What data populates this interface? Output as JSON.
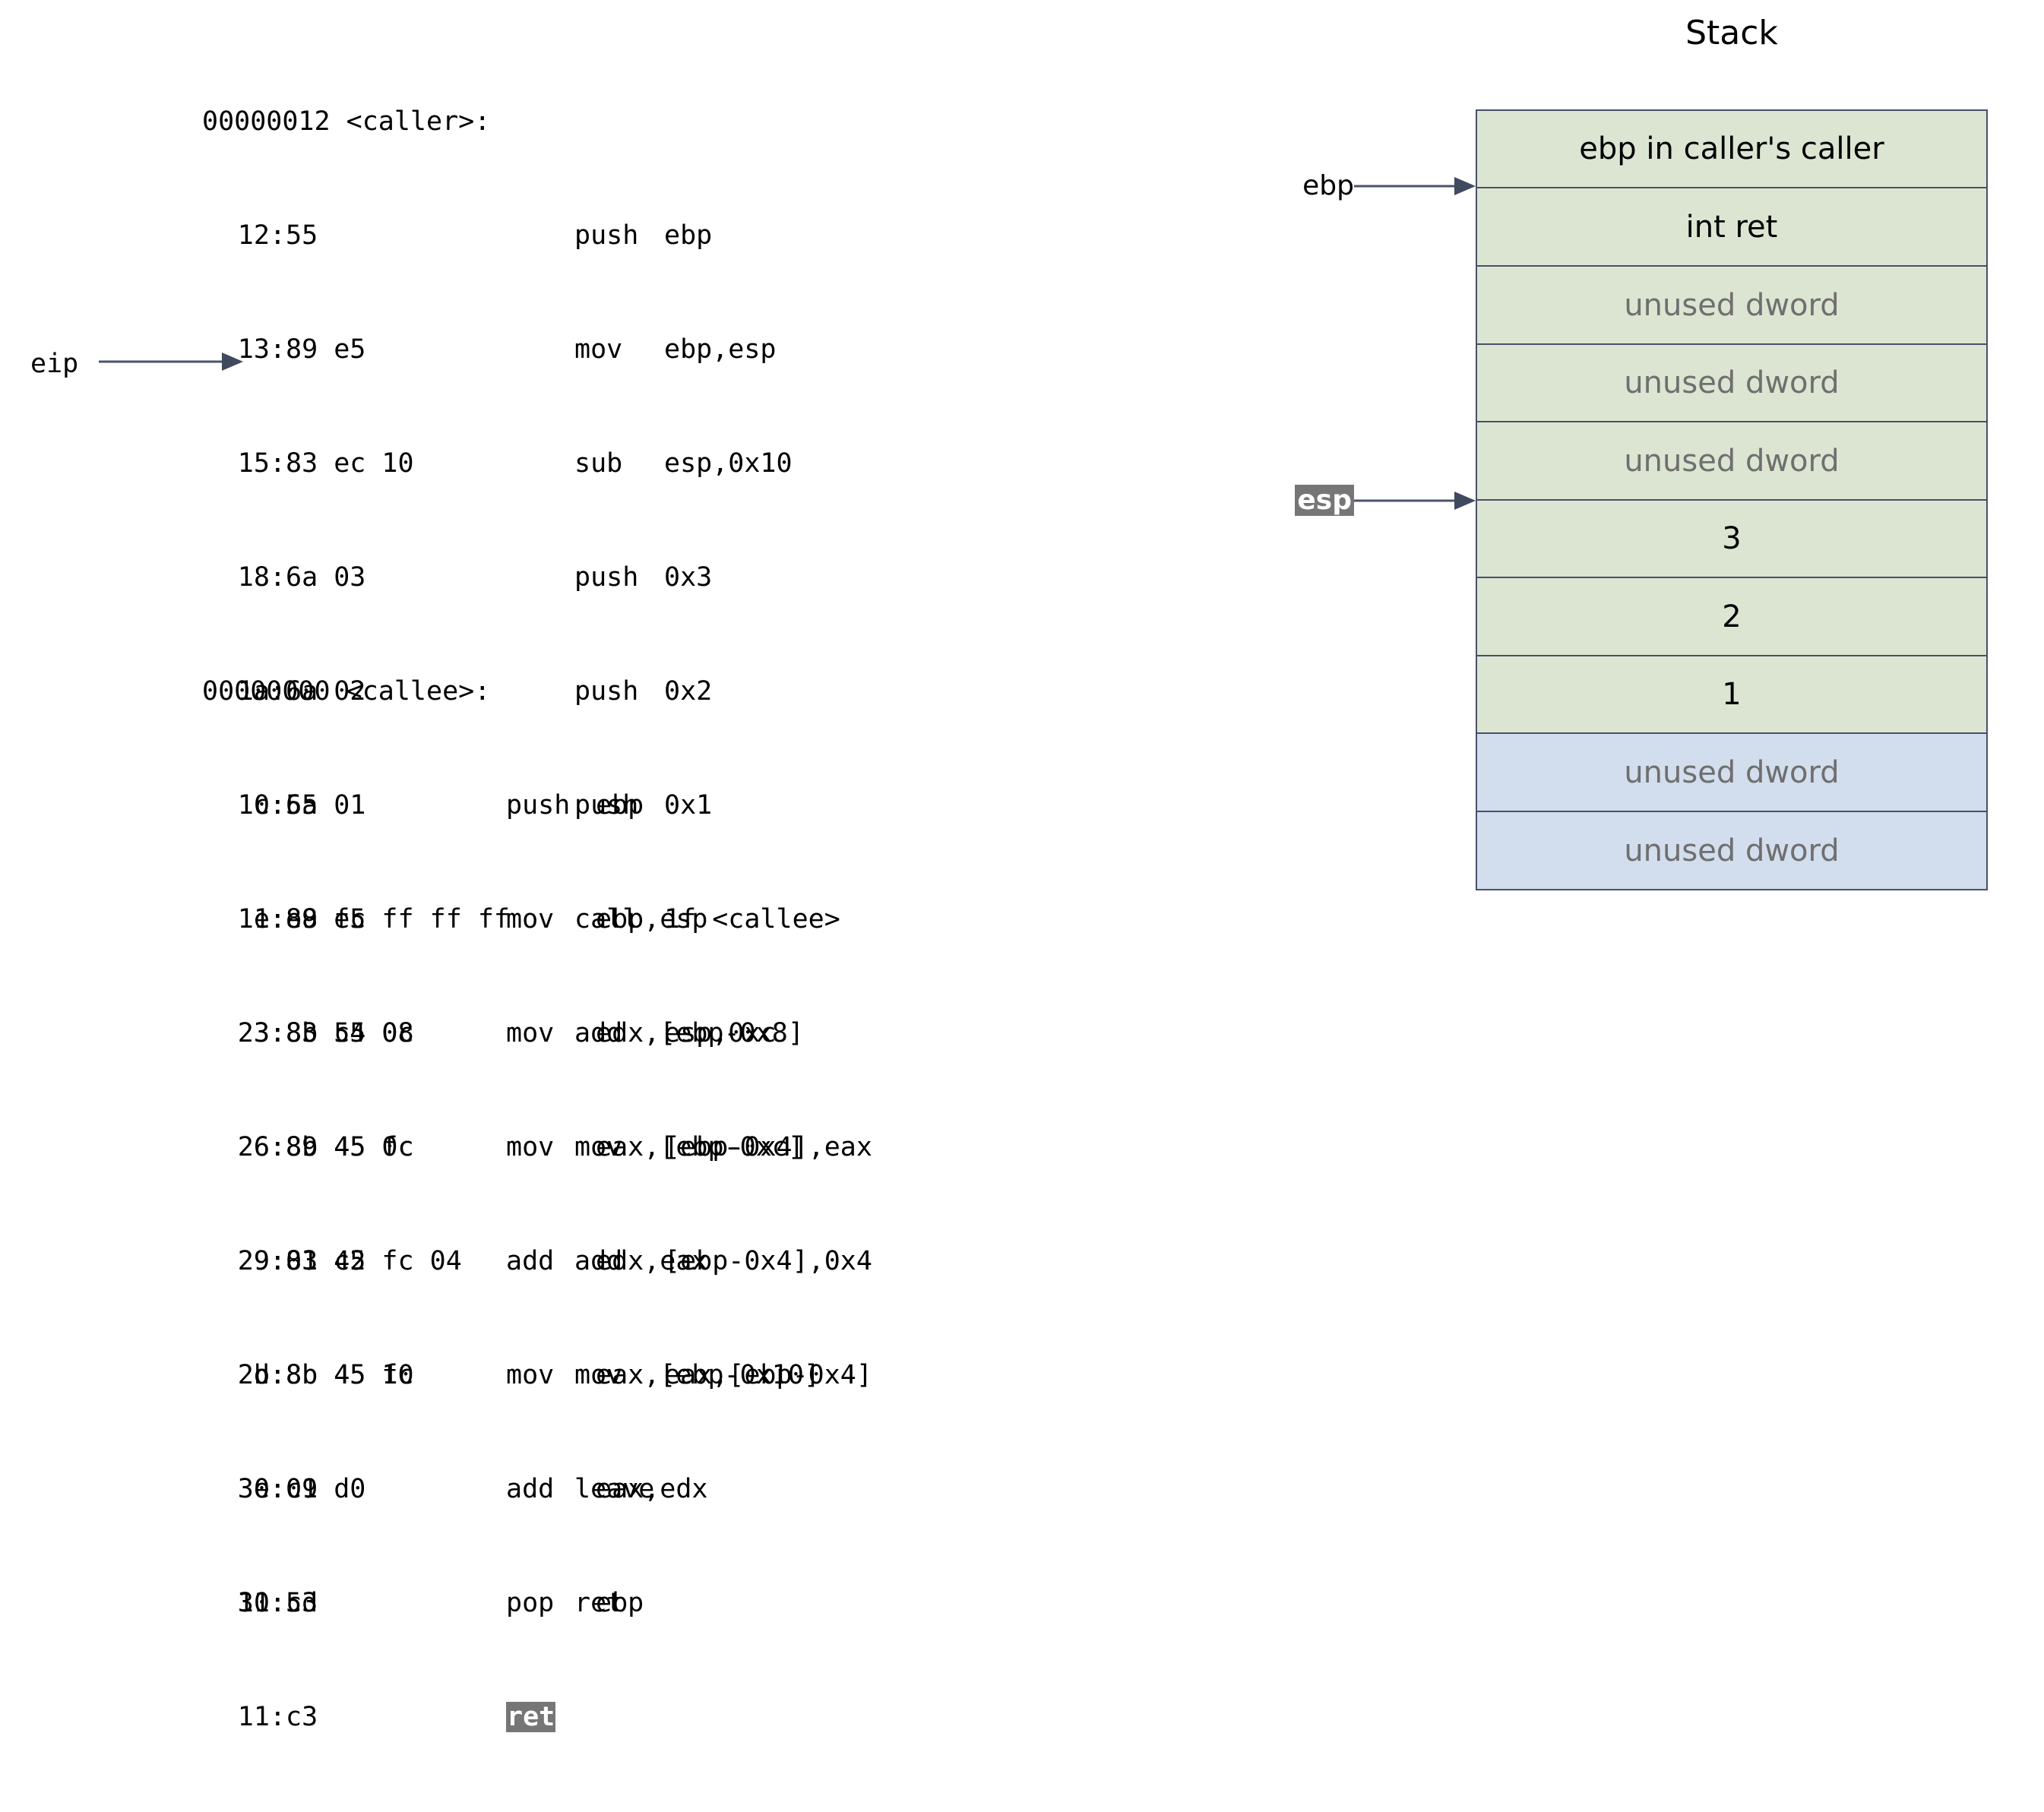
{
  "disassembly": {
    "caller": {
      "header": "00000012 <caller>:",
      "lines": [
        {
          "addr": "12:",
          "bytes": "55",
          "mnemonic": "push",
          "operands": "ebp"
        },
        {
          "addr": "13:",
          "bytes": "89 e5",
          "mnemonic": "mov",
          "operands": "ebp,esp"
        },
        {
          "addr": "15:",
          "bytes": "83 ec 10",
          "mnemonic": "sub",
          "operands": "esp,0x10"
        },
        {
          "addr": "18:",
          "bytes": "6a 03",
          "mnemonic": "push",
          "operands": "0x3"
        },
        {
          "addr": "1a:",
          "bytes": "6a 02",
          "mnemonic": "push",
          "operands": "0x2"
        },
        {
          "addr": "1c:",
          "bytes": "6a 01",
          "mnemonic": "push",
          "operands": "0x1"
        },
        {
          "addr": "1e:",
          "bytes": "e8 fc ff ff ff",
          "mnemonic": "call",
          "operands": "1f <callee>"
        },
        {
          "addr": "23:",
          "bytes": "83 c4 0c",
          "mnemonic": "add",
          "operands": "esp,0xc"
        },
        {
          "addr": "26:",
          "bytes": "89 45 fc",
          "mnemonic": "mov",
          "operands": "[ebp-0x4],eax"
        },
        {
          "addr": "29:",
          "bytes": "83 45 fc 04",
          "mnemonic": "add",
          "operands": "[ebp-0x4],0x4"
        },
        {
          "addr": "2d:",
          "bytes": "8b 45 fc",
          "mnemonic": "mov",
          "operands": "eax,[ebp-0x4]"
        },
        {
          "addr": "30:",
          "bytes": "c9",
          "mnemonic": "leave",
          "operands": ""
        },
        {
          "addr": "31:",
          "bytes": "c3",
          "mnemonic": "ret",
          "operands": ""
        }
      ]
    },
    "callee": {
      "header": "00000000 <callee>:",
      "lines": [
        {
          "addr": "0:",
          "bytes": "55",
          "mnemonic": "push",
          "operands": "ebp"
        },
        {
          "addr": "1:",
          "bytes": "89 e5",
          "mnemonic": "mov",
          "operands": "ebp,esp"
        },
        {
          "addr": "3:",
          "bytes": "8b 55 08",
          "mnemonic": "mov",
          "operands": "edx,[ebp-0x8]"
        },
        {
          "addr": "6:",
          "bytes": "8b 45 0c",
          "mnemonic": "mov",
          "operands": "eax,[ebp-0xc]"
        },
        {
          "addr": "9:",
          "bytes": "01 c2",
          "mnemonic": "add",
          "operands": "edx,eax"
        },
        {
          "addr": "b:",
          "bytes": "8b 45 10",
          "mnemonic": "mov",
          "operands": "eax,[ebp-0x10]"
        },
        {
          "addr": "e:",
          "bytes": "01 d0",
          "mnemonic": "add",
          "operands": "eax,edx"
        },
        {
          "addr": "10:",
          "bytes": "5d",
          "mnemonic": "pop",
          "operands": "ebp"
        },
        {
          "addr": "11:",
          "bytes": "c3",
          "mnemonic": "ret",
          "operands": "",
          "highlight_mnemonic": true
        }
      ]
    }
  },
  "pointers": {
    "eip": {
      "label": "eip",
      "target_line": "23:"
    },
    "ebp": {
      "label": "ebp",
      "highlighted": false
    },
    "esp": {
      "label": "esp",
      "highlighted": true
    }
  },
  "stack": {
    "title": "Stack",
    "cells": [
      {
        "text": "ebp in caller's caller",
        "fill": "green",
        "muted": false
      },
      {
        "text": "int ret",
        "fill": "green",
        "muted": false
      },
      {
        "text": "unused dword",
        "fill": "green",
        "muted": true
      },
      {
        "text": "unused dword",
        "fill": "green",
        "muted": true
      },
      {
        "text": "unused dword",
        "fill": "green",
        "muted": true
      },
      {
        "text": "3",
        "fill": "green",
        "muted": false
      },
      {
        "text": "2",
        "fill": "green",
        "muted": false
      },
      {
        "text": "1",
        "fill": "green",
        "muted": false
      },
      {
        "text": "unused dword",
        "fill": "blue",
        "muted": true
      },
      {
        "text": "unused dword",
        "fill": "blue",
        "muted": true
      }
    ]
  },
  "colors": {
    "stack_green": "#dce5d2",
    "stack_blue": "#d2dded",
    "stack_border": "#485069",
    "arrow": "#4a5468",
    "highlight_bg": "#767676",
    "muted_text": "#6f6f6f"
  }
}
